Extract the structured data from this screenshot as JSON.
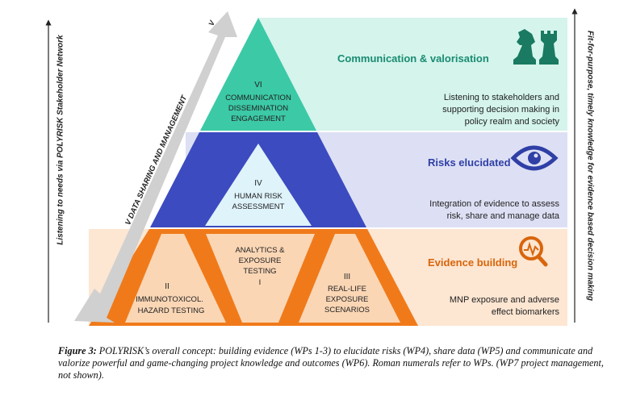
{
  "layers": {
    "top": {
      "numeral": "VI",
      "lines": [
        "COMMUNICATION",
        "DISSEMINATION",
        "ENGAGEMENT"
      ],
      "title": "Communication & valorisation",
      "desc": [
        "Listening to stakeholders and",
        "supporting decision making in",
        "policy realm and society"
      ],
      "icon": "chess-pieces-icon"
    },
    "middle": {
      "numeral": "IV",
      "lines": [
        "HUMAN RISK",
        "ASSESSMENT"
      ],
      "title": "Risks elucidated",
      "desc": [
        "Integration of evidence to assess",
        "risk, share and manage data"
      ],
      "icon": "eye-icon"
    },
    "bottom": {
      "title": "Evidence building",
      "desc": [
        "MNP exposure and adverse",
        "effect biomarkers"
      ],
      "icon": "magnifier-chart-icon",
      "left": {
        "numeral": "II",
        "lines": [
          "IMMUNOTOXICOL.",
          "HAZARD TESTING"
        ]
      },
      "center": {
        "lines": [
          "ANALYTICS &",
          "EXPOSURE",
          "TESTING"
        ],
        "numeral": "I"
      },
      "right": {
        "numeral": "III",
        "lines": [
          "REAL-LIFE",
          "EXPOSURE",
          "SCENARIOS"
        ]
      }
    }
  },
  "arrows": {
    "left_vertical": "Listening to needs via POLYRISK Stakeholder Network",
    "diagonal": "V DATA SHARING AND MANAGEMENT",
    "diagonal_numeral": "V",
    "right_vertical": "Fit-for-purpose, timely knowledge for evidence based decision making"
  },
  "caption": {
    "label": "Figure 3:",
    "text": " POLYRISK’s overall concept: building evidence (WPs 1-3) to elucidate risks (WP4), share data (WP5) and communicate and valorize powerful and game-changing project knowledge and outcomes (WP6). Roman numerals refer to WPs. (WP7 project management, not shown)."
  },
  "colors": {
    "teal": "#3cc9a6",
    "teal_band": "#d4f4ec",
    "blue": "#3c4bbf",
    "blue_band": "#dde0f4",
    "orange": "#f07a1a",
    "orange_light": "#fad6b5",
    "orange_band": "#fde6d2",
    "arrow_grey": "#d0d0d0"
  }
}
